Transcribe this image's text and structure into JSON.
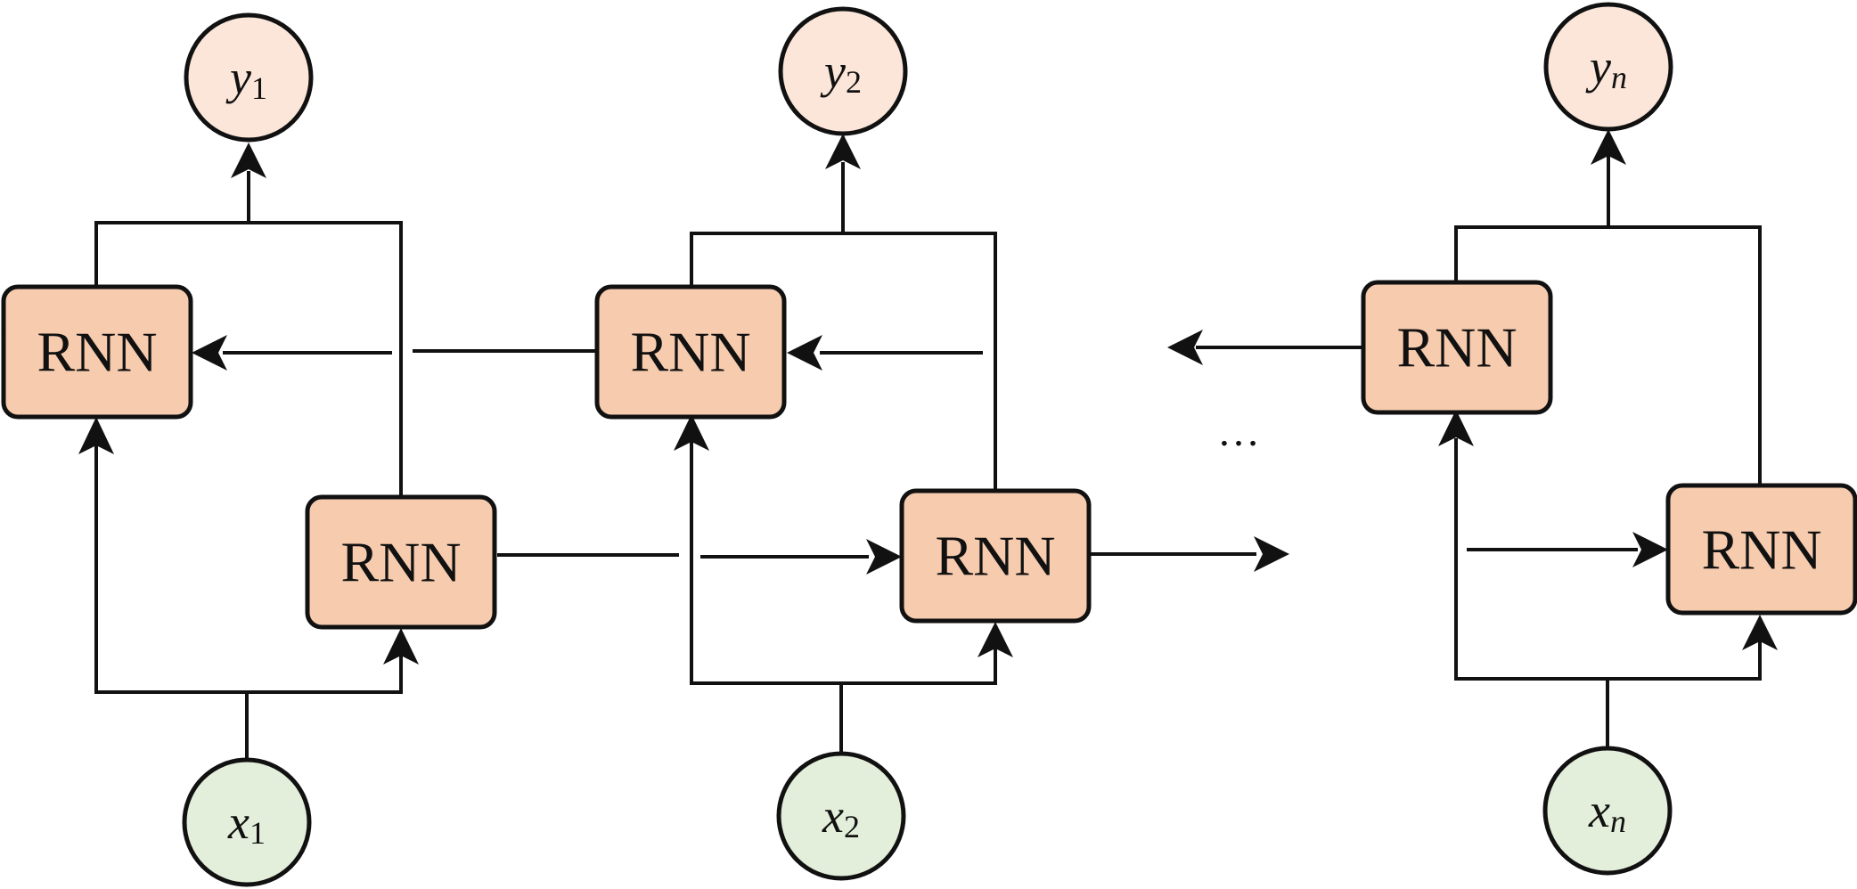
{
  "colors": {
    "rnn_fill": "#F7CBAE",
    "output_fill": "#FBE6D9",
    "input_fill": "#E3EFDA",
    "stroke": "#111111"
  },
  "rnn_label": "RNN",
  "ellipsis": "…",
  "steps": [
    {
      "output": {
        "var": "y",
        "sub": "1",
        "sub_italic": false
      },
      "input": {
        "var": "x",
        "sub": "1",
        "sub_italic": false
      }
    },
    {
      "output": {
        "var": "y",
        "sub": "2",
        "sub_italic": false
      },
      "input": {
        "var": "x",
        "sub": "2",
        "sub_italic": false
      }
    },
    {
      "output": {
        "var": "y",
        "sub": "n",
        "sub_italic": true
      },
      "input": {
        "var": "x",
        "sub": "n",
        "sub_italic": true
      }
    }
  ]
}
